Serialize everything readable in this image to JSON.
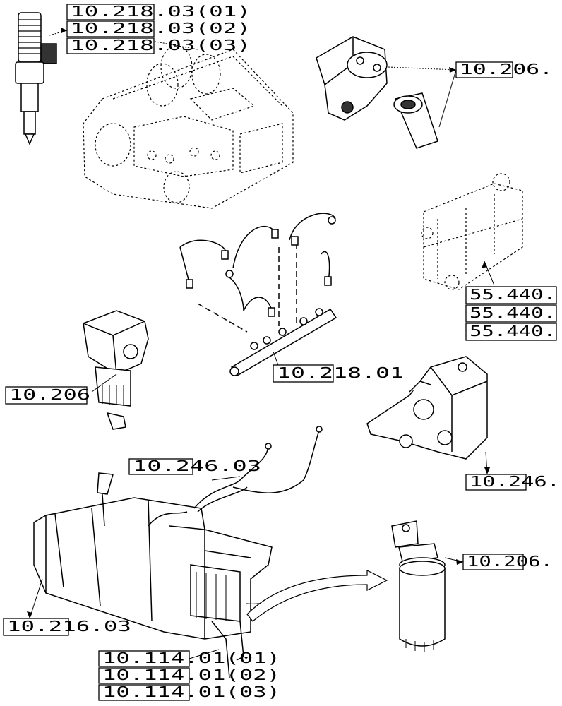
{
  "refs": {
    "injector_a": "10.218.03(01)",
    "injector_b": "10.218.03(02)",
    "injector_c": "10.218.03(03)",
    "filter_housing_top": "10.206.",
    "bracket_a": "55.440.",
    "bracket_b": "55.440.",
    "bracket_c": "55.440.",
    "rail": "10.218.01",
    "pump_filter": "10.206",
    "pump": "10.246.",
    "tank_pipes": "10.246.03",
    "tank": "10.216.03",
    "spin_filter": "10.206.",
    "sensor_a": "10.114.01(01)",
    "sensor_b": "10.114.01(02)",
    "sensor_c": "10.114.01(03)"
  }
}
